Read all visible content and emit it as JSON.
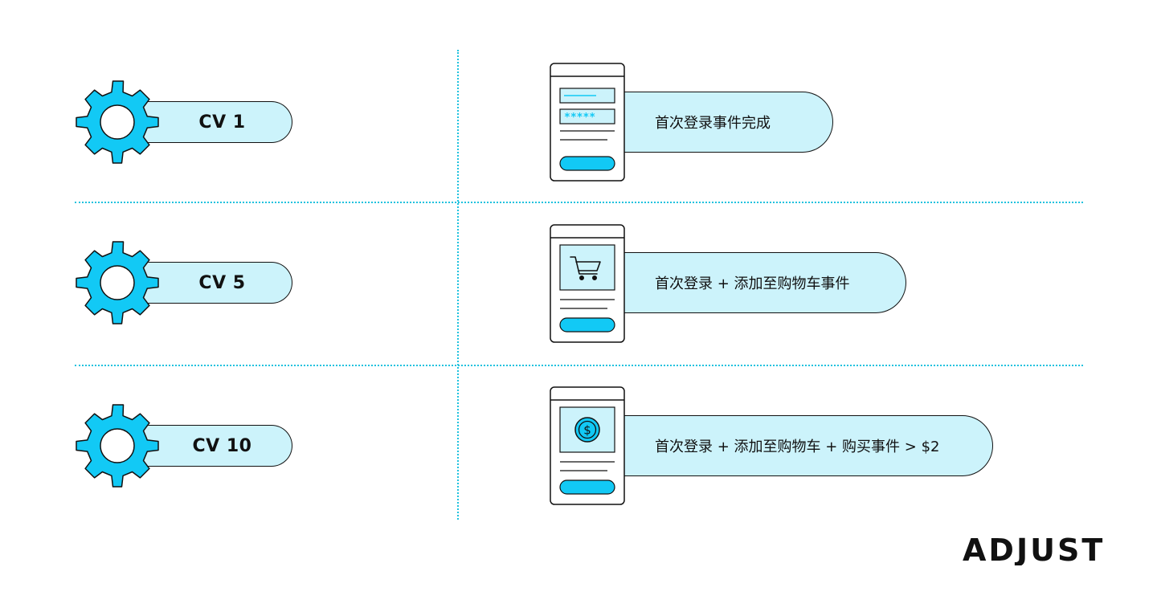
{
  "rows": [
    {
      "cv_label": "CV 1",
      "event_label": "首次登录事件完成",
      "screen_icon": "login-form-icon",
      "password_mask": "*****"
    },
    {
      "cv_label": "CV 5",
      "event_label": "首次登录 + 添加至购物车事件",
      "screen_icon": "shopping-cart-icon"
    },
    {
      "cv_label": "CV 10",
      "event_label": "首次登录 + 添加至购物车 + 购买事件 > $2",
      "screen_icon": "dollar-coin-icon",
      "coin_symbol": "$"
    }
  ],
  "logo": {
    "text": "ADJUST"
  },
  "colors": {
    "accent": "#12c9f5",
    "pill_fill": "#ccf3fb",
    "divider": "#1fc2de",
    "stroke": "#111111"
  }
}
